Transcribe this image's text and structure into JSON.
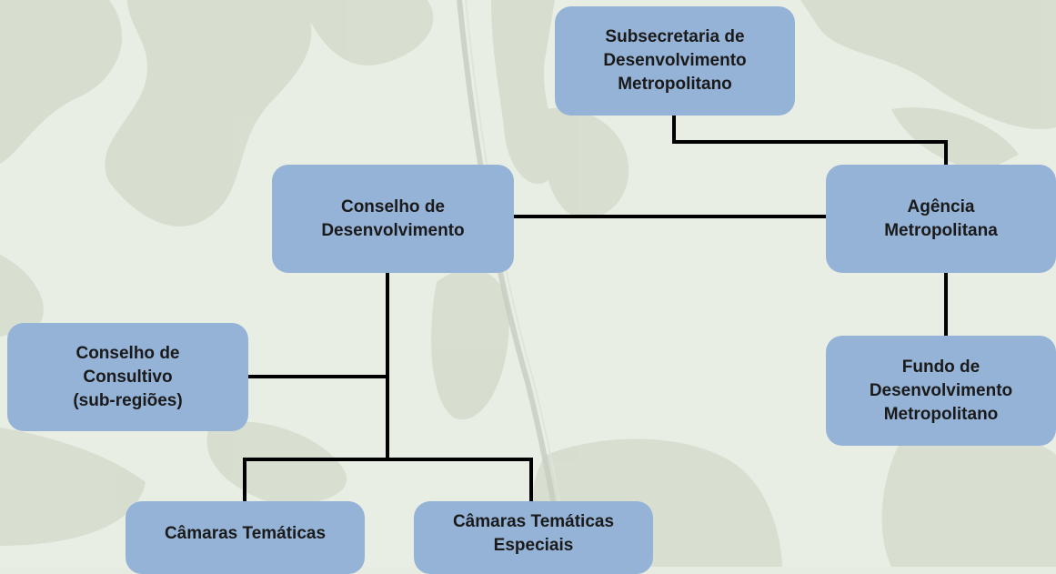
{
  "diagram": {
    "nodes": {
      "subsecretaria": "Subsecretaria de\nDesenvolvimento\nMetropolitano",
      "conselho_desenvolvimento": "Conselho de\nDesenvolvimento",
      "agencia": "Agência\nMetropolitana",
      "conselho_consultivo": "Conselho de\nConsultivo\n(sub-regiões)",
      "fundo": "Fundo de\nDesenvolvimento\nMetropolitano",
      "camaras_tematicas": "Câmaras Temáticas",
      "camaras_tematicas_especiais": "Câmaras Temáticas\nEspeciais"
    },
    "edges": [
      [
        "subsecretaria",
        "agencia"
      ],
      [
        "conselho_desenvolvimento",
        "agencia"
      ],
      [
        "agencia",
        "fundo"
      ],
      [
        "conselho_desenvolvimento",
        "conselho_consultivo"
      ],
      [
        "conselho_desenvolvimento",
        "camaras_tematicas"
      ],
      [
        "conselho_desenvolvimento",
        "camaras_tematicas_especiais"
      ]
    ],
    "colors": {
      "node_fill": "#95b3d7",
      "connector": "#000000",
      "background": "#e7ece2"
    }
  }
}
